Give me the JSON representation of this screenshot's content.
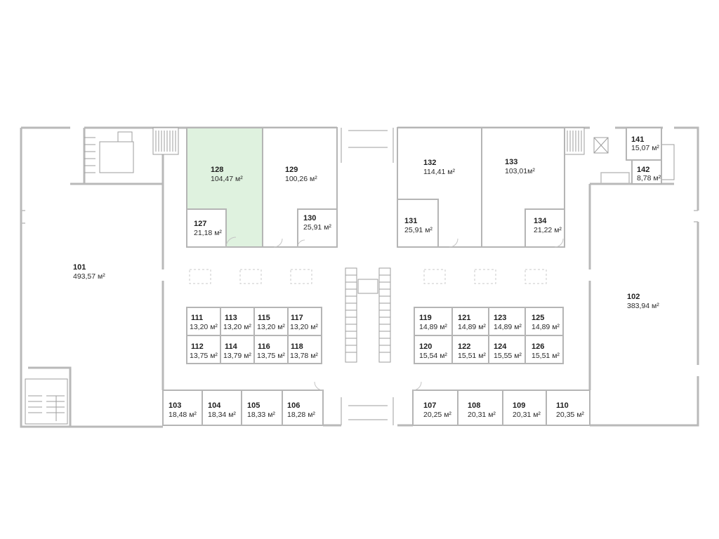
{
  "colors": {
    "selected_fill": "#dff2df",
    "wall": "#b9b9b9",
    "text": "#1e1e1e"
  },
  "selected_room": "128",
  "rooms": {
    "101": {
      "num": "101",
      "area": "493,57 м²"
    },
    "102": {
      "num": "102",
      "area": "383,94 м²"
    },
    "103": {
      "num": "103",
      "area": "18,48 м²"
    },
    "104": {
      "num": "104",
      "area": "18,34 м²"
    },
    "105": {
      "num": "105",
      "area": "18,33 м²"
    },
    "106": {
      "num": "106",
      "area": "18,28 м²"
    },
    "107": {
      "num": "107",
      "area": "20,25 м²"
    },
    "108": {
      "num": "108",
      "area": "20,31 м²"
    },
    "109": {
      "num": "109",
      "area": "20,31 м²"
    },
    "110": {
      "num": "110",
      "area": "20,35 м²"
    },
    "111": {
      "num": "111",
      "area": "13,20 м²"
    },
    "112": {
      "num": "112",
      "area": "13,75 м²"
    },
    "113": {
      "num": "113",
      "area": "13,20 м²"
    },
    "114": {
      "num": "114",
      "area": "13,79 м²"
    },
    "115": {
      "num": "115",
      "area": "13,20 м²"
    },
    "116": {
      "num": "116",
      "area": "13,75 м²"
    },
    "117": {
      "num": "117",
      "area": "13,20 м²"
    },
    "118": {
      "num": "118",
      "area": "13,78 м²"
    },
    "119": {
      "num": "119",
      "area": "14,89 м²"
    },
    "120": {
      "num": "120",
      "area": "15,54 м²"
    },
    "121": {
      "num": "121",
      "area": "14,89 м²"
    },
    "122": {
      "num": "122",
      "area": "15,51 м²"
    },
    "123": {
      "num": "123",
      "area": "14,89 м²"
    },
    "124": {
      "num": "124",
      "area": "15,55 м²"
    },
    "125": {
      "num": "125",
      "area": "14,89 м²"
    },
    "126": {
      "num": "126",
      "area": "15,51 м²"
    },
    "127": {
      "num": "127",
      "area": "21,18 м²"
    },
    "128": {
      "num": "128",
      "area": "104,47 м²"
    },
    "129": {
      "num": "129",
      "area": "100,26 м²"
    },
    "130": {
      "num": "130",
      "area": "25,91 м²"
    },
    "131": {
      "num": "131",
      "area": "25,91 м²"
    },
    "132": {
      "num": "132",
      "area": "114,41 м²"
    },
    "133": {
      "num": "133",
      "area": "103,01м²"
    },
    "134": {
      "num": "134",
      "area": "21,22 м²"
    },
    "141": {
      "num": "141",
      "area": "15,07 м²"
    },
    "142": {
      "num": "142",
      "area": "8,78 м²"
    }
  }
}
